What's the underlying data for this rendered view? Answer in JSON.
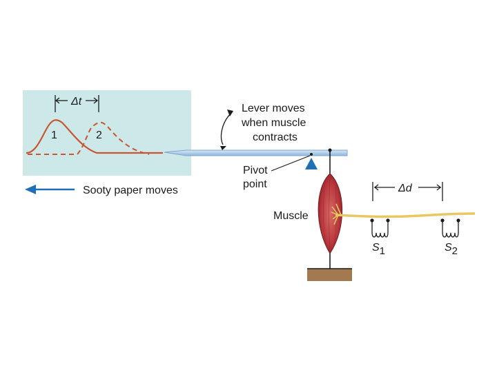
{
  "labels": {
    "delta_t": "Δt",
    "curve_1": "1",
    "curve_2": "2",
    "sooty_paper": "Sooty paper moves",
    "lever_line1": "Lever moves",
    "lever_line2": "when muscle",
    "lever_line3": "contracts",
    "pivot_line1": "Pivot",
    "pivot_line2": "point",
    "muscle": "Muscle",
    "delta_d": "Δd",
    "s1": "S",
    "s1_sub": "1",
    "s2": "S",
    "s2_sub": "2"
  },
  "colors": {
    "paper_bg": "#cde8e8",
    "curve": "#c8552e",
    "lever": "#a9c9e8",
    "pivot": "#1f6fb5",
    "arrow": "#1f6fb5",
    "muscle": "#b8363c",
    "nerve": "#f3dc8a",
    "base": "#a37a4f"
  },
  "icons": {
    "pivot": "triangle-icon",
    "sooty_arrow": "arrow-left-icon",
    "lever_motion": "double-curved-arrow-icon",
    "stimulators": "coil-electrode-icon"
  }
}
